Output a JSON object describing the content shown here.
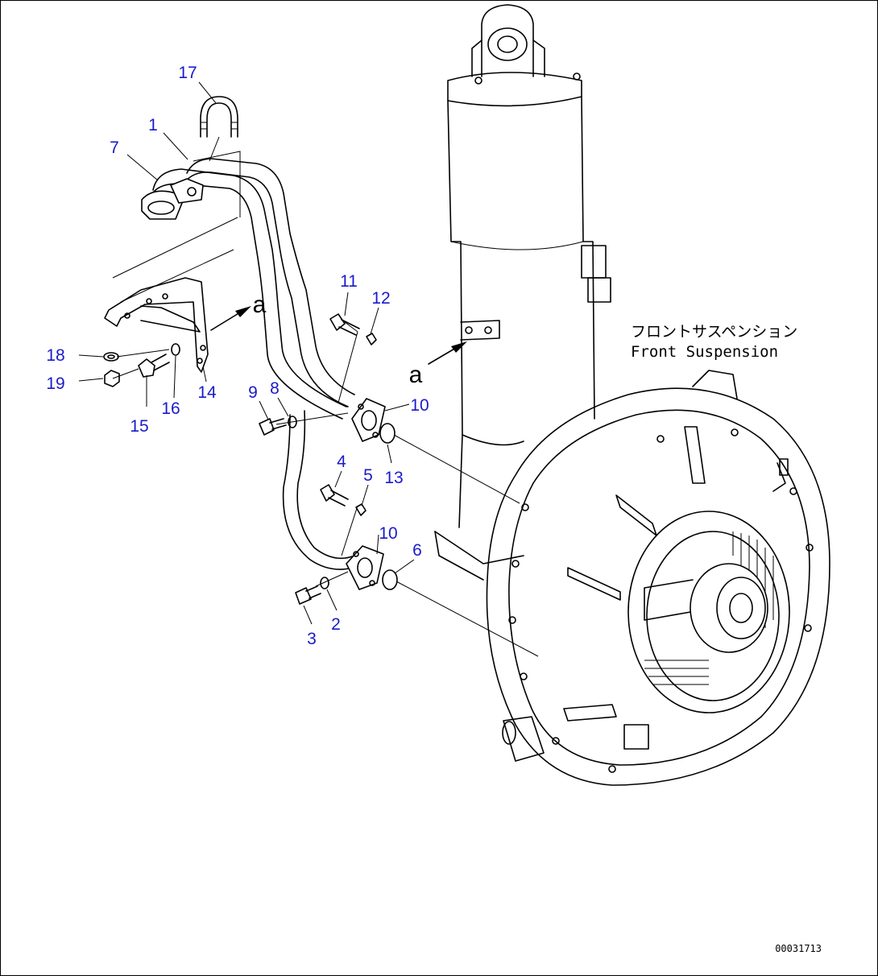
{
  "callouts": {
    "c1": "1",
    "c2": "2",
    "c3": "3",
    "c4": "4",
    "c5": "5",
    "c6": "6",
    "c7": "7",
    "c8": "8",
    "c9": "9",
    "c10a": "10",
    "c10b": "10",
    "c11": "11",
    "c12": "12",
    "c13": "13",
    "c14": "14",
    "c15": "15",
    "c16": "16",
    "c17": "17",
    "c18": "18",
    "c19": "19"
  },
  "view_marker": {
    "left": "a",
    "right": "a"
  },
  "annotation": {
    "japanese": "フロントサスペンション",
    "english": "Front Suspension"
  },
  "drawing_code": "00031713"
}
